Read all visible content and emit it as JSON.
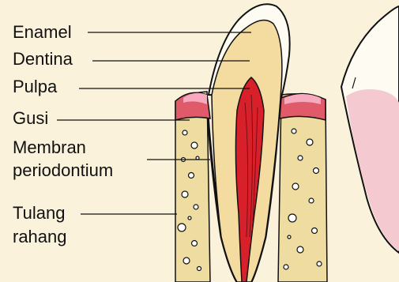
{
  "labels": {
    "enamel": "Enamel",
    "dentina": "Dentina",
    "pulpa": "Pulpa",
    "gusi": "Gusi",
    "membran_line1": "Membran",
    "membran_line2": "periodontium",
    "tulang_line1": "Tulang",
    "tulang_line2": "rahang"
  },
  "colors": {
    "background": "#fbf2dc",
    "enamel": "#fdfbf2",
    "dentin": "#f4dca0",
    "pulp": "#d8202a",
    "gum": "#e05a6a",
    "bone": "#efdca0",
    "outline": "#111111",
    "crown_side": "#f4c9d0"
  }
}
